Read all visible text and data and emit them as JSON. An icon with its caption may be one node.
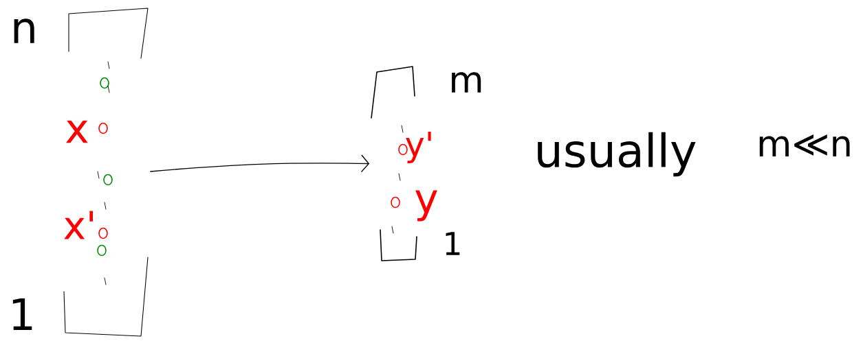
{
  "diagram": {
    "nodes": [
      {
        "text": [],
        "shape": "box",
        "beside": [
          "n",
          "1"
        ]
      },
      {
        "text": [],
        "shape": "box",
        "beside": [
          "m",
          "1"
        ]
      }
    ],
    "edges": [
      {
        "from": 0,
        "to": 1,
        "arrow": "to"
      }
    ],
    "labels": [
      "x",
      "x'",
      "y'",
      "y",
      "usually",
      "m≪n"
    ]
  }
}
